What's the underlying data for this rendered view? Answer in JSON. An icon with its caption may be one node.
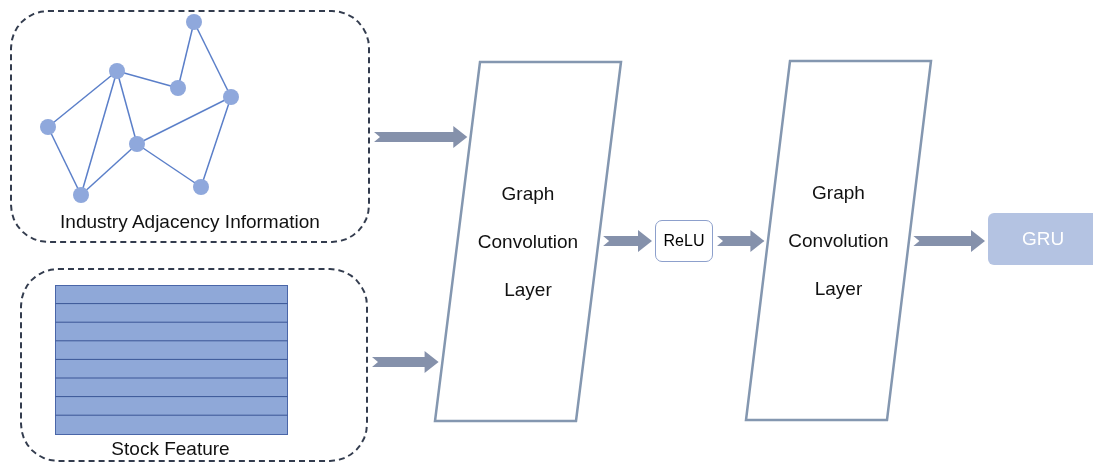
{
  "diagram": {
    "nodes": [
      {
        "text": [
          "Industry Adjacency Information"
        ]
      },
      {
        "text": [
          "Stock Feature"
        ]
      },
      {
        "text": [
          "Graph Convolution Layer"
        ]
      },
      {
        "text": [
          "ReLU"
        ]
      },
      {
        "text": [
          "Graph Convolution Layer"
        ]
      },
      {
        "text": [
          "GRU"
        ]
      }
    ],
    "edges": [
      {
        "from": 0,
        "to": 2,
        "arrow": "to"
      },
      {
        "from": 1,
        "to": 2,
        "arrow": "to"
      },
      {
        "from": 2,
        "to": 3,
        "arrow": "to"
      },
      {
        "from": 3,
        "to": 4,
        "arrow": "to"
      },
      {
        "from": 4,
        "to": 5,
        "arrow": "to"
      }
    ]
  }
}
